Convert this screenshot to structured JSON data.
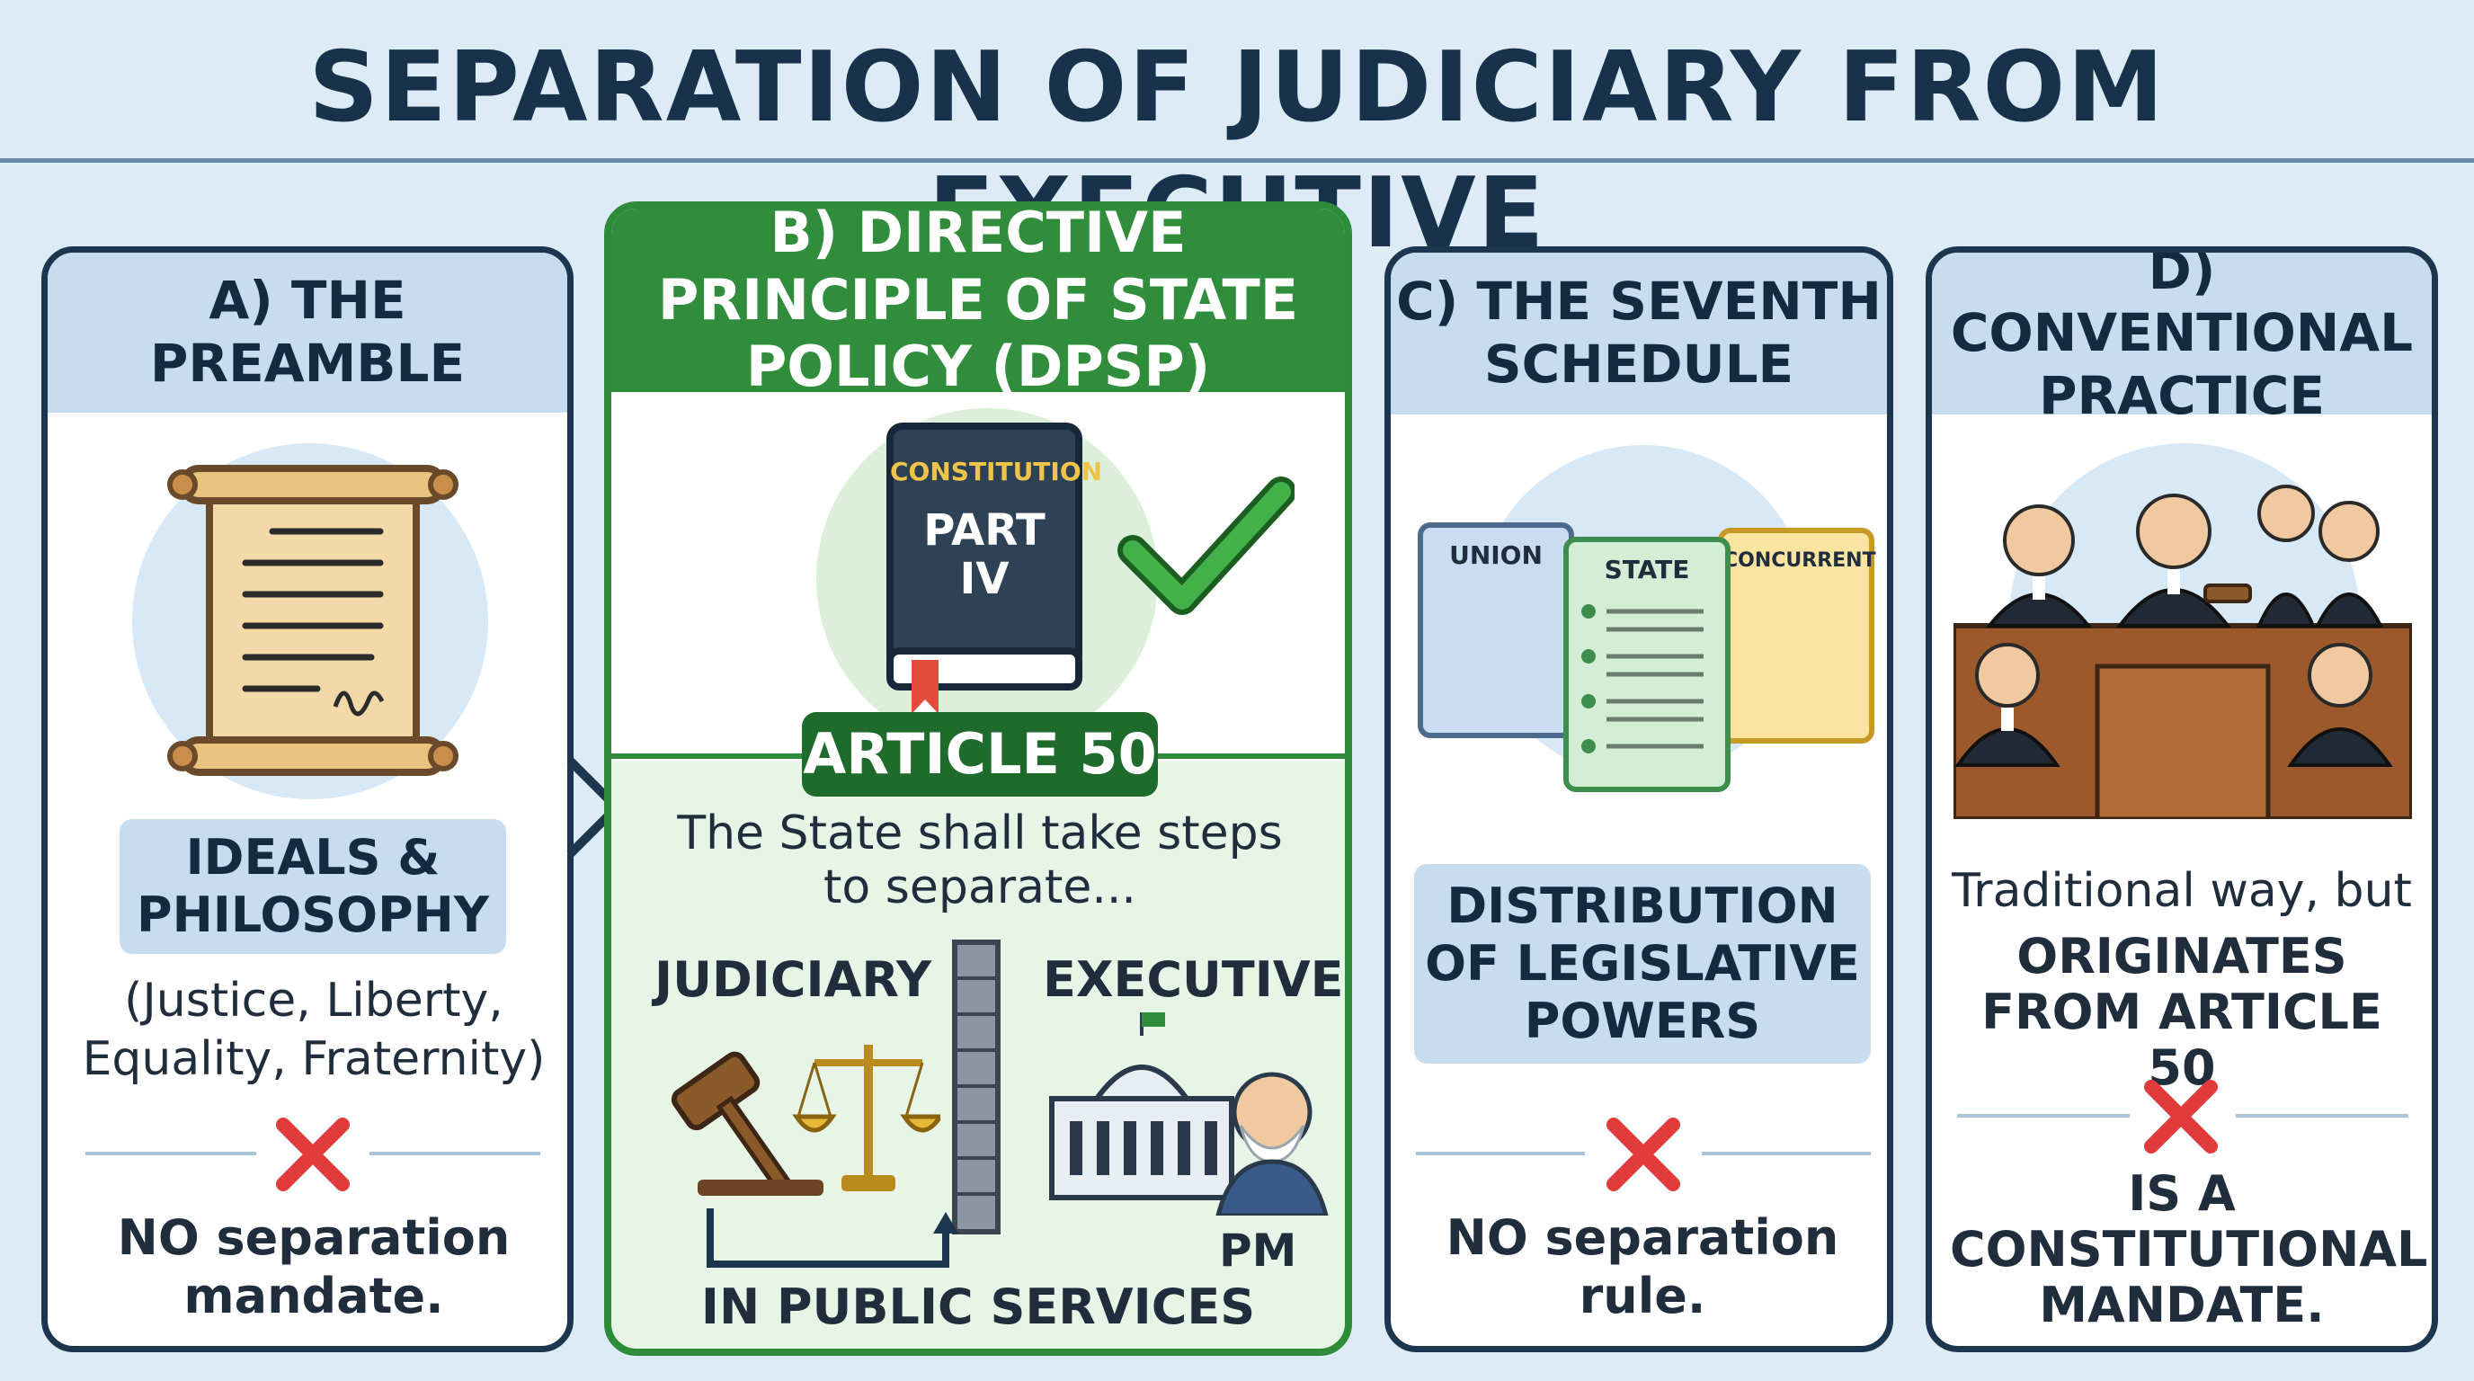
{
  "title": "SEPARATION OF JUDICIARY FROM EXECUTIVE",
  "colors": {
    "navy": "#1d3650",
    "green": "#2f8d3b",
    "light_blue": "#c7dcef",
    "red_x": "#e23b3b",
    "background": "#dcebf6"
  },
  "panel_a": {
    "heading": "A) THE PREAMBLE",
    "icon": "scroll-icon",
    "tag": "IDEALS & PHILOSOPHY",
    "ideals": "(Justice, Liberty, Equality, Fraternity)",
    "verdict_icon": "x-mark-icon",
    "verdict": "NO separation mandate."
  },
  "panel_b": {
    "heading": "B) DIRECTIVE PRINCIPLE OF STATE POLICY (DPSP)",
    "book_title": "CONSTITUTION",
    "book_part": "PART",
    "book_numeral": "IV",
    "check_icon": "check-mark-icon",
    "article_badge": "ARTICLE 50",
    "quote": "The State shall take steps to separate...",
    "left_label": "JUDICIARY",
    "right_label": "EXECUTIVE",
    "pm_label": "PM",
    "footer": "IN PUBLIC SERVICES"
  },
  "panel_c": {
    "heading": "C) THE SEVENTH SCHEDULE",
    "lists": [
      "UNION",
      "STATE",
      "CONCURRENT"
    ],
    "tag": "DISTRIBUTION OF LEGISLATIVE POWERS",
    "verdict_icon": "x-mark-icon",
    "verdict": "NO separation rule."
  },
  "panel_d": {
    "heading": "D) CONVENTIONAL PRACTICE",
    "icon": "judges-bench-icon",
    "line1": "Traditional way, but",
    "line2": "ORIGINATES FROM ARTICLE 50",
    "verdict_icon": "x-mark-icon",
    "verdict": "IS A CONSTITUTIONAL MANDATE."
  }
}
